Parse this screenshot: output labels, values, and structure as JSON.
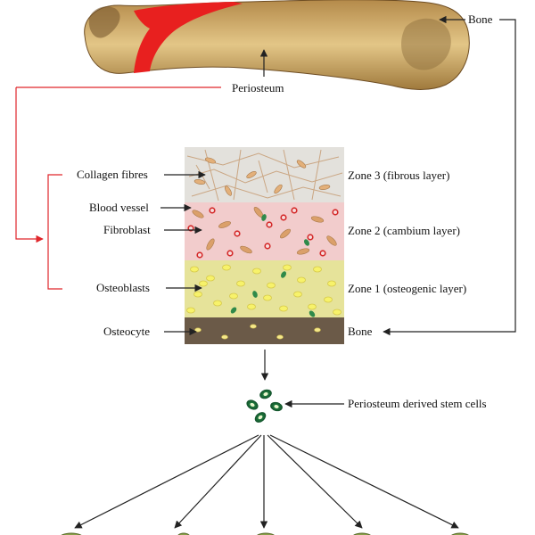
{
  "labels": {
    "bone_top": "Bone",
    "periosteum": "Periosteum",
    "collagen": "Collagen fibres",
    "blood_vessel": "Blood vessel",
    "fibroblast": "Fibroblast",
    "osteoblasts": "Osteoblasts",
    "osteocyte": "Osteocyte",
    "zone3": "Zone 3 (fibrous layer)",
    "zone2": "Zone 2 (cambium layer)",
    "zone1": "Zone 1 (osteogenic layer)",
    "bone_layer": "Bone",
    "stem_cells": "Periosteum derived stem cells"
  },
  "colors": {
    "arrow": "#222222",
    "bracket": "#e0262b",
    "periosteum": "#e8201f",
    "bone": "#d8b76e",
    "fibrous_bg": "#e3e1dc",
    "fiber": "#c8a07a",
    "cambium_bg": "#f2cccc",
    "rbc": "#d42a2a",
    "osteogenic_bg": "#e6e39a",
    "osteoblast": "#f7f26a",
    "bone_layer": "#6b5a48",
    "stem_cell": "#1f7a3e"
  }
}
